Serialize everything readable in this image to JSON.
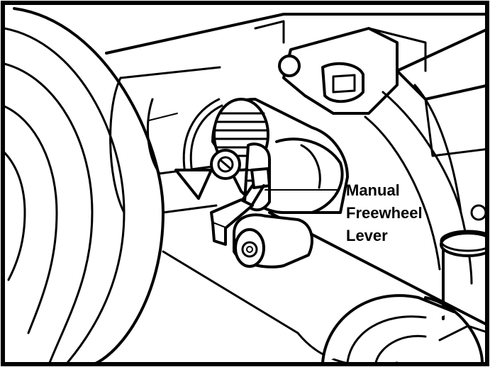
{
  "callout": {
    "line1": "Manual",
    "line2": "Freewheel",
    "line3": "Lever"
  },
  "colors": {
    "ink": "#000000",
    "paper": "#ffffff"
  }
}
